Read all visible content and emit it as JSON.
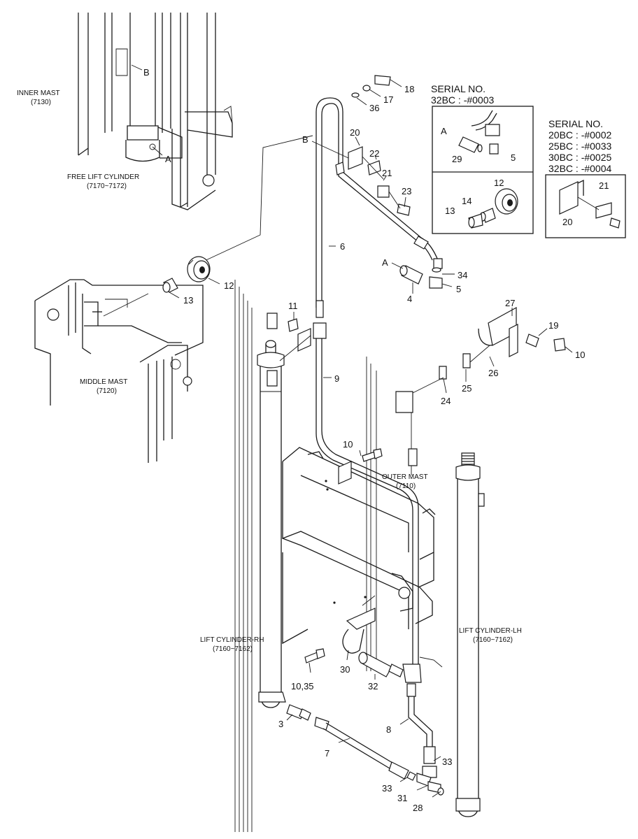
{
  "components": {
    "inner_mast": {
      "title": "INNER MAST",
      "code": "(7130)"
    },
    "free_lift_cylinder": {
      "title": "FREE LIFT CYLINDER",
      "code": "(7170~7172)"
    },
    "middle_mast": {
      "title": "MIDDLE MAST",
      "code": "(7120)"
    },
    "outer_mast": {
      "title": "OUTER MAST",
      "code": "(7110)"
    },
    "lift_cylinder_rh": {
      "title": "LIFT CYLINDER-RH",
      "code": "(7160~7162)"
    },
    "lift_cylinder_lh": {
      "title": "LIFT CYLINDER-LH",
      "code": "(7160~7162)"
    }
  },
  "serial_box_1": {
    "heading": "SERIAL NO.",
    "line1": "32BC : -#0003",
    "callouts": {
      "a": "A",
      "p29": "29",
      "p5": "5",
      "p12": "12",
      "p14": "14",
      "p13": "13"
    }
  },
  "serial_box_2": {
    "heading": "SERIAL NO.",
    "lines": [
      "20BC : -#0002",
      "25BC : -#0033",
      "30BC : -#0025",
      "32BC : -#0004"
    ],
    "callouts": {
      "p21": "21",
      "p20": "20"
    }
  },
  "callouts": {
    "B_top": "B",
    "A_top": "A",
    "B_mid": "B",
    "A_mid": "A",
    "p18": "18",
    "p17": "17",
    "p36": "36",
    "p20": "20",
    "p22": "22",
    "p21": "21",
    "p23": "23",
    "p6": "6",
    "p34": "34",
    "p4": "4",
    "p5": "5",
    "p12": "12",
    "p13": "13",
    "p11": "11",
    "p9": "9",
    "p27": "27",
    "p19": "19",
    "p10a": "10",
    "p26": "26",
    "p25": "25",
    "p24": "24",
    "p10b": "10",
    "p30": "30",
    "p10_35": "10,35",
    "p32": "32",
    "p3": "3",
    "p8": "8",
    "p7": "7",
    "p33a": "33",
    "p33b": "33",
    "p31": "31",
    "p28": "28"
  }
}
